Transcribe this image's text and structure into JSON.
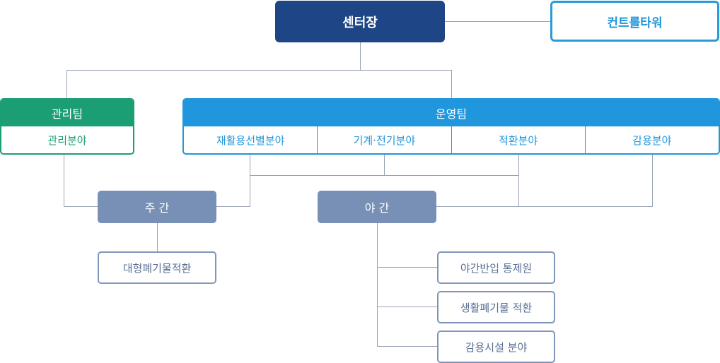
{
  "center": {
    "label": "센터장"
  },
  "control_tower": {
    "label": "컨트롤타워"
  },
  "management_team": {
    "title": "관리팀",
    "section": "관리분야"
  },
  "operations_team": {
    "title": "운영팀",
    "sections": [
      "재활용선별분야",
      "기계·전기분야",
      "적환분야",
      "감용분야"
    ]
  },
  "day_shift": {
    "label": "주 간",
    "tasks": [
      "대형폐기물적환"
    ]
  },
  "night_shift": {
    "label": "야 간",
    "tasks": [
      "야간반입 통제원",
      "생활폐기물 적환",
      "감용시설 분야"
    ]
  },
  "colors": {
    "center": "#1e4585",
    "control_tower": "#2a9ad8",
    "management": "#1c9e74",
    "operations": "#2096dc",
    "shift": "#7890b5",
    "task_border": "#8095ba",
    "connector": "#9aa3b5"
  }
}
